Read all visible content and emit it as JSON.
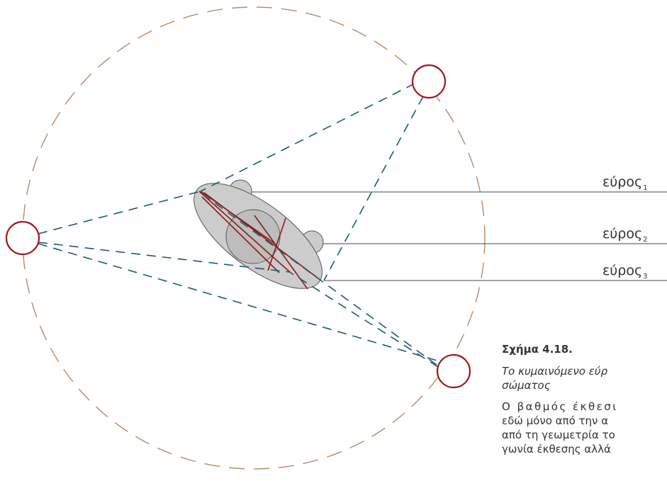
{
  "labels": {
    "range1": {
      "base": "εύρος",
      "sub": "1"
    },
    "range2": {
      "base": "εύρος",
      "sub": "2"
    },
    "range3": {
      "base": "εύρος",
      "sub": "3"
    }
  },
  "caption": {
    "title": "Σχήμα 4.18.",
    "subtitle_line1": "Το κυμαινόμενο εύρ",
    "subtitle_line2": "σώματος",
    "body_lines": [
      "Ο βαθμός έκθεσι",
      "εδώ μόνο από την α",
      "από τη γεωμετρία το",
      "γωνία έκθεσης αλλά"
    ]
  },
  "colors": {
    "orbit": "#b58a6a",
    "sight_lines": "#1c5a6e",
    "source_ring": "#9b1c1c",
    "body_fill": "#cccccc",
    "body_stroke": "#555555",
    "chord": "#8b1a1a",
    "range_line": "#444444"
  }
}
